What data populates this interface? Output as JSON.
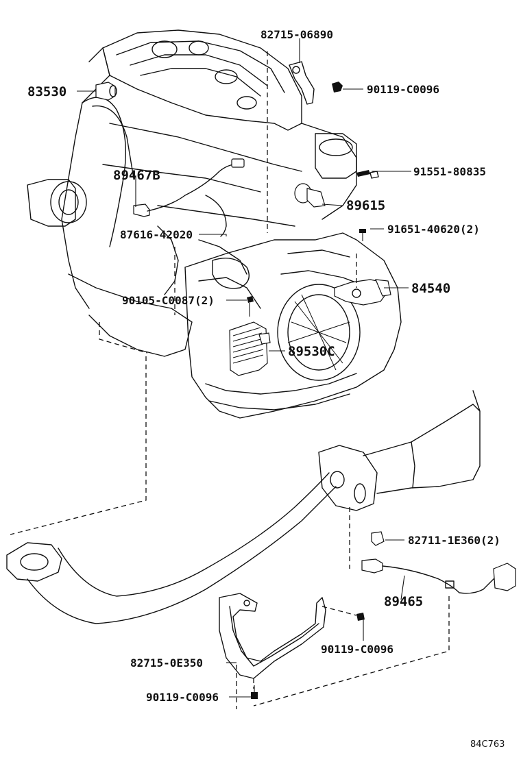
{
  "diagram": {
    "labels": {
      "p82715_06890": "82715-06890",
      "p83530": "83530",
      "p90119_c0096_a": "90119-C0096",
      "p89467b": "89467B",
      "p91551_80835": "91551-80835",
      "p89615": "89615",
      "p87616_42020": "87616-42020",
      "p91651_40620": "91651-40620(2)",
      "p84540": "84540",
      "p90105_c0087": "90105-C0087(2)",
      "p89530c": "89530C",
      "p82711_1e360": "82711-1E360(2)",
      "p89465": "89465",
      "p90119_c0096_b": "90119-C0096",
      "p82715_0e350": "82715-0E350",
      "p90119_c0096_c": "90119-C0096"
    },
    "reference_code": "84C763"
  }
}
